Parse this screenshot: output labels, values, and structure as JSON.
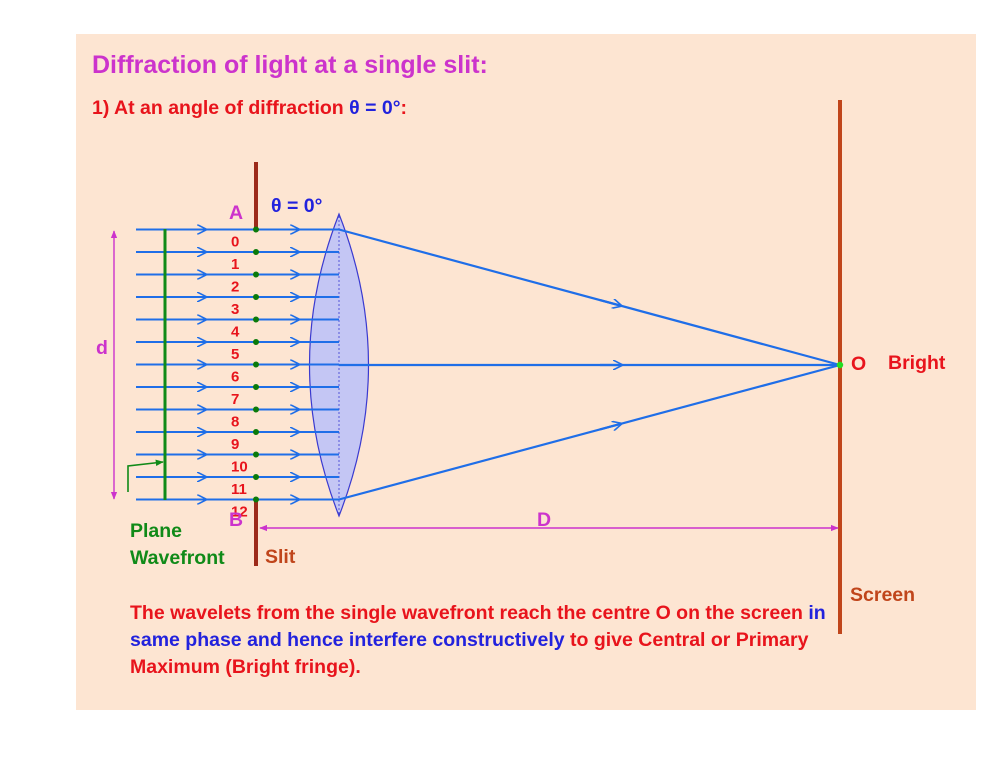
{
  "title": "Diffraction of light at a single slit:",
  "subtitle": {
    "prefix": "1) At an angle of diffraction ",
    "condition": "θ = 0°",
    "suffix": ":"
  },
  "labels": {
    "theta": "θ = 0°",
    "point_a": "A",
    "point_b": "B",
    "width": "d",
    "distance": "D",
    "centre": "O",
    "bright": "Bright",
    "wavefront_line1": "Plane",
    "wavefront_line2": "Wavefront",
    "slit": "Slit",
    "screen": "Screen"
  },
  "point_numbers": [
    "0",
    "1",
    "2",
    "3",
    "4",
    "5",
    "6",
    "7",
    "8",
    "9",
    "10",
    "11",
    "12"
  ],
  "description": {
    "part1": "The wavelets from the single wavefront reach the centre O on the screen",
    "part2": " in same phase and hence interfere constructively",
    "part3": " to give Central or Primary Maximum (Bright fringe)."
  },
  "colors": {
    "background": "#fde5d2",
    "title": "#cc33cc",
    "text_red": "#e8141c",
    "text_blue": "#2222dd",
    "rays": "#1f6ee8",
    "slit": "#9c2a1a",
    "screen": "#c0451b",
    "wavefront": "#108a18",
    "lens_fill": "#c4c6f4",
    "point_marker": "#0a7a0a",
    "centre_marker": "#22dd22"
  }
}
